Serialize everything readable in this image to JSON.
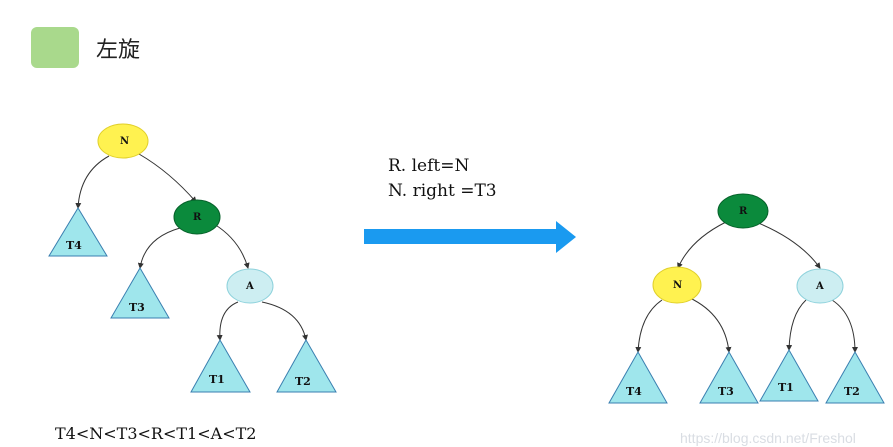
{
  "title": "左旋",
  "operations": [
    "R. left=N",
    "N. right =T3"
  ],
  "ordering": "T4<N<T3<R<T1<A<T2",
  "watermark": "https://blog.csdn.net/Freshol",
  "colors": {
    "title_badge": "#a9d98c",
    "node_N": "#fff250",
    "node_R": "#0b8a3c",
    "node_A": "#cdeef2",
    "subtree": "#9fe6ec",
    "arrow": "#1a9af0"
  },
  "before_tree": {
    "nodes": [
      {
        "id": "N",
        "label": "N",
        "kind": "yellow"
      },
      {
        "id": "R",
        "label": "R",
        "kind": "green"
      },
      {
        "id": "A",
        "label": "A",
        "kind": "cyan"
      }
    ],
    "subtrees": [
      {
        "id": "T4",
        "label": "T4"
      },
      {
        "id": "T3",
        "label": "T3"
      },
      {
        "id": "T1",
        "label": "T1"
      },
      {
        "id": "T2",
        "label": "T2"
      }
    ],
    "edges": [
      [
        "N",
        "T4"
      ],
      [
        "N",
        "R"
      ],
      [
        "R",
        "T3"
      ],
      [
        "R",
        "A"
      ],
      [
        "A",
        "T1"
      ],
      [
        "A",
        "T2"
      ]
    ]
  },
  "after_tree": {
    "nodes": [
      {
        "id": "R",
        "label": "R",
        "kind": "green"
      },
      {
        "id": "N",
        "label": "N",
        "kind": "yellow"
      },
      {
        "id": "A",
        "label": "A",
        "kind": "cyan"
      }
    ],
    "subtrees": [
      {
        "id": "T4",
        "label": "T4"
      },
      {
        "id": "T3",
        "label": "T3"
      },
      {
        "id": "T1",
        "label": "T1"
      },
      {
        "id": "T2",
        "label": "T2"
      }
    ],
    "edges": [
      [
        "R",
        "N"
      ],
      [
        "R",
        "A"
      ],
      [
        "N",
        "T4"
      ],
      [
        "N",
        "T3"
      ],
      [
        "A",
        "T1"
      ],
      [
        "A",
        "T2"
      ]
    ]
  }
}
